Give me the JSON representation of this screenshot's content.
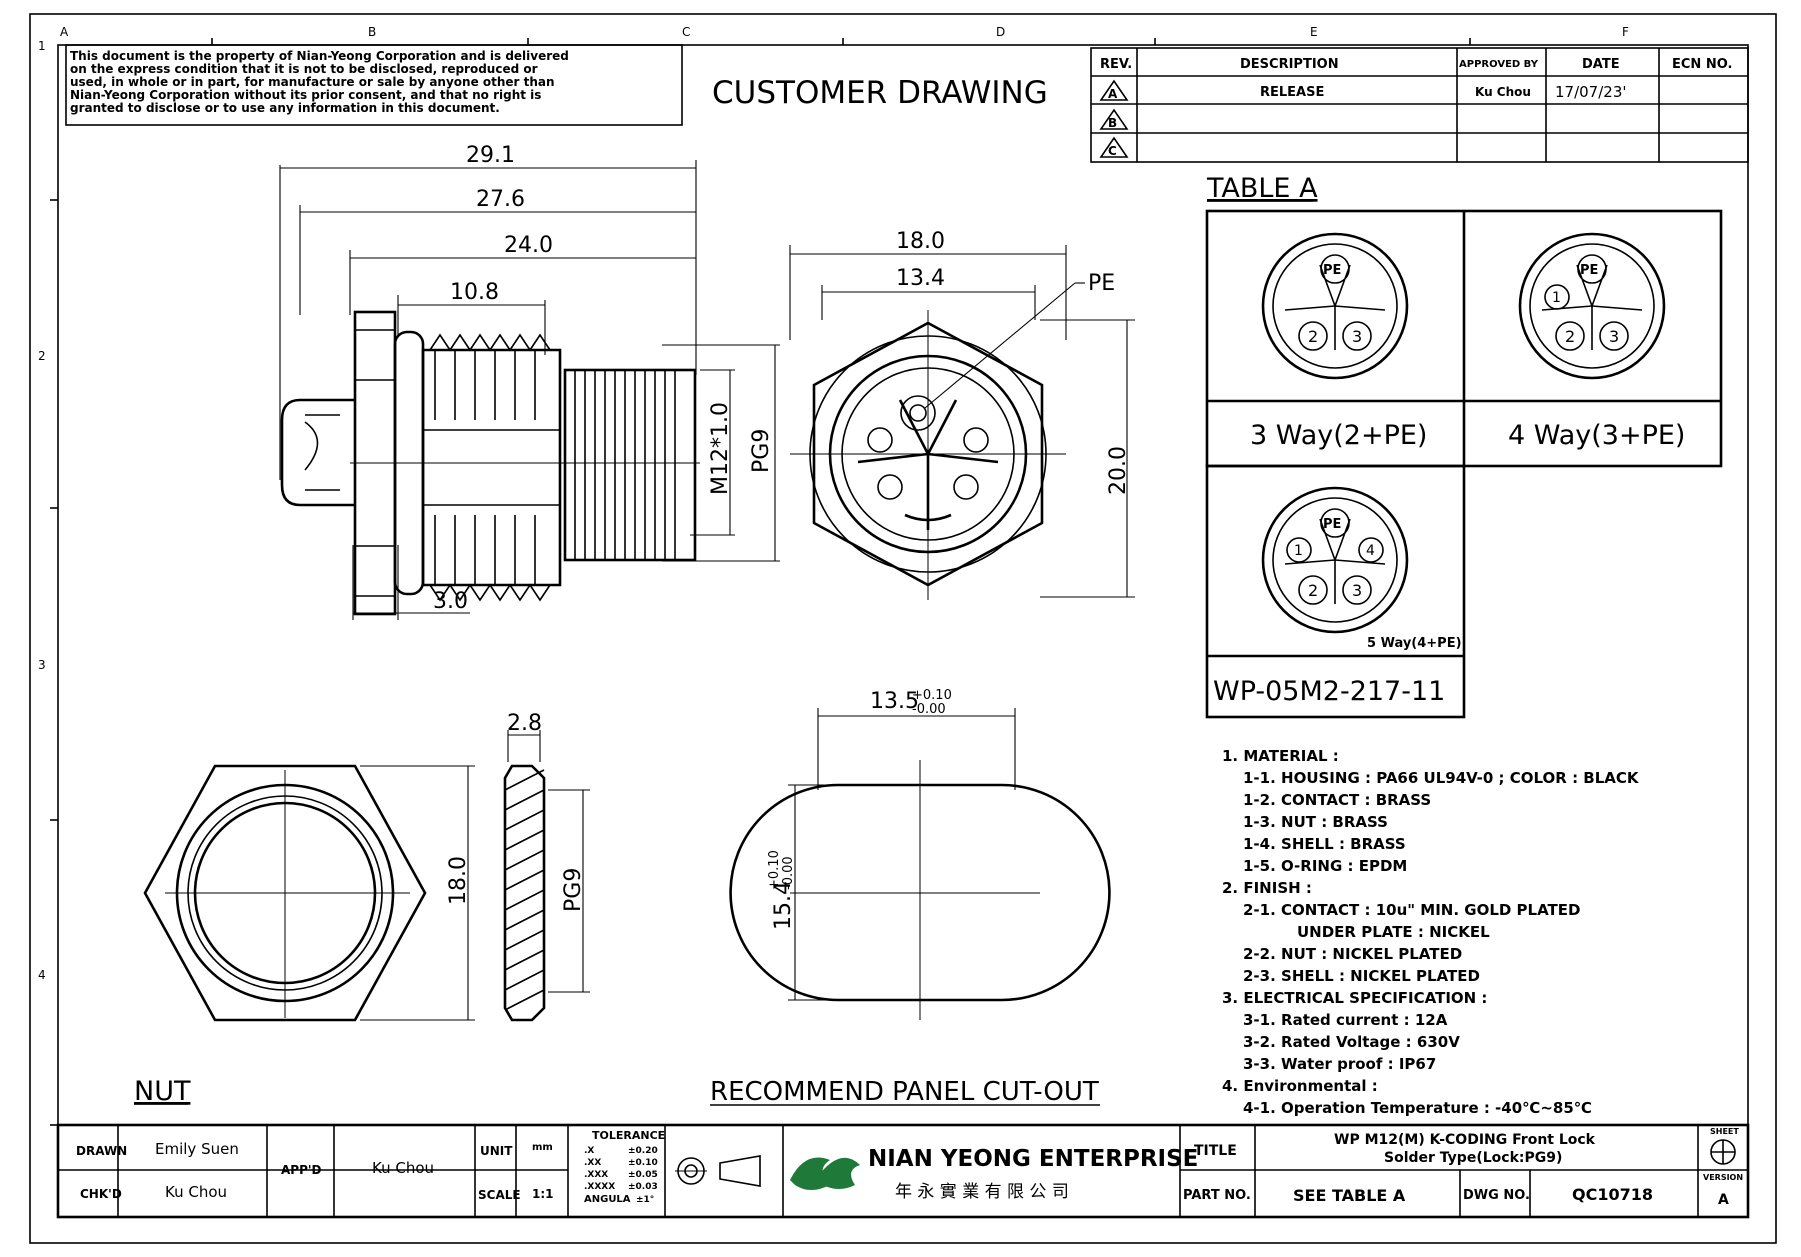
{
  "notice": [
    "This document is the property of Nian-Yeong Corporation and is delivered",
    "on  the  express condition that it is not to be disclosed, reproduced or",
    "used, in whole or in part, for manufacture or sale by anyone other than",
    "Nian-Yeong Corporation without  its prior consent, and that  no right  is",
    "granted to disclose or to use any information in this  document."
  ],
  "drawing_title": "CUSTOMER  DRAWING",
  "grid": {
    "cols": [
      "A",
      "B",
      "C",
      "D",
      "E",
      "F"
    ],
    "rows": [
      "1",
      "2",
      "3",
      "4"
    ]
  },
  "revision_table": {
    "headers": [
      "REV.",
      "DESCRIPTION",
      "APPROVED BY",
      "DATE",
      "ECN NO."
    ],
    "rows": [
      {
        "rev": "A",
        "description": "RELEASE",
        "approved": "Ku Chou",
        "date": "17/07/23'",
        "ecn": ""
      },
      {
        "rev": "B",
        "description": "",
        "approved": "",
        "date": "",
        "ecn": ""
      },
      {
        "rev": "C",
        "description": "",
        "approved": "",
        "date": "",
        "ecn": ""
      }
    ]
  },
  "side_view": {
    "dims": [
      "29.1",
      "27.6",
      "24.0",
      "10.8",
      "3.0",
      "M12*1.0",
      "PG9"
    ]
  },
  "front_view": {
    "dims": [
      "18.0",
      "13.4",
      "20.0"
    ],
    "pe": "PE"
  },
  "table_a": {
    "title": "TABLE  A",
    "cells": [
      {
        "label": "3  Way(2+PE)",
        "pins": [
          "PE",
          "2",
          "3"
        ]
      },
      {
        "label": "4  Way(3+PE)",
        "pins": [
          "PE",
          "1",
          "2",
          "3"
        ]
      },
      {
        "label": "5 Way(4+PE)",
        "pins": [
          "PE",
          "1",
          "4",
          "2",
          "3"
        ]
      }
    ],
    "part_number": "WP-05M2-217-11"
  },
  "nut": {
    "label": "NUT",
    "dims": [
      "2.8",
      "18.0",
      "PG9"
    ]
  },
  "cutout": {
    "label": "RECOMMEND  PANEL  CUT-OUT",
    "w": "13.5",
    "w_tol_up": "+0.10",
    "w_tol_dn": "-0.00",
    "h": "15.4",
    "h_tol_up": "+0.10",
    "h_tol_dn": "-0.00"
  },
  "notes": [
    "1.  MATERIAL  :",
    "1-1.  HOUSING  :  PA66  UL94V-0  ;  COLOR  :  BLACK",
    "1-2.  CONTACT  :  BRASS",
    "1-3.  NUT  :  BRASS",
    "1-4.  SHELL  :  BRASS",
    "1-5.  O-RING  :  EPDM",
    "2.  FINISH  :",
    "2-1.  CONTACT  :  10u\"  MIN.  GOLD  PLATED",
    "UNDER  PLATE  :  NICKEL",
    "2-2.  NUT  :  NICKEL  PLATED",
    "2-3.  SHELL  :  NICKEL  PLATED",
    "3.  ELECTRICAL  SPECIFICATION  :",
    "3-1.  Rated  current  :  12A",
    "3-2.  Rated  Voltage  :  630V",
    "3-3.  Water  proof  :  IP67",
    "4.  Environmental  :",
    "4-1.  Operation  Temperature  :  -40℃~85℃"
  ],
  "title_block": {
    "drawn_label": "DRAWN",
    "drawn": "Emily Suen",
    "chkd_label": "CHK'D",
    "chkd": "Ku Chou",
    "appd_label": "APP'D",
    "appd": "Ku Chou",
    "unit_label": "UNIT",
    "unit": "mm",
    "scale_label": "SCALE",
    "scale": "1:1",
    "tolerance_title": "TOLERANCE",
    "tolerances": [
      [
        ".X",
        "±0.20"
      ],
      [
        ".XX",
        "±0.10"
      ],
      [
        ".XXX",
        "±0.05"
      ],
      [
        ".XXXX",
        "±0.03"
      ],
      [
        "ANGULA",
        "±1°"
      ]
    ],
    "company": "NIAN YEONG ENTERPRISE",
    "company_cn": "年 永 實 業 有 限 公 司",
    "title_label": "TITLE",
    "title": [
      "WP  M12(M)  K-CODING  Front  Lock",
      "Solder  Type(Lock:PG9)"
    ],
    "partno_label": "PART NO.",
    "partno": "SEE  TABLE  A",
    "dwgno_label": "DWG NO.",
    "dwgno": "QC10718",
    "sheet_label": "SHEET",
    "version_label": "VERSION",
    "version": "A"
  }
}
